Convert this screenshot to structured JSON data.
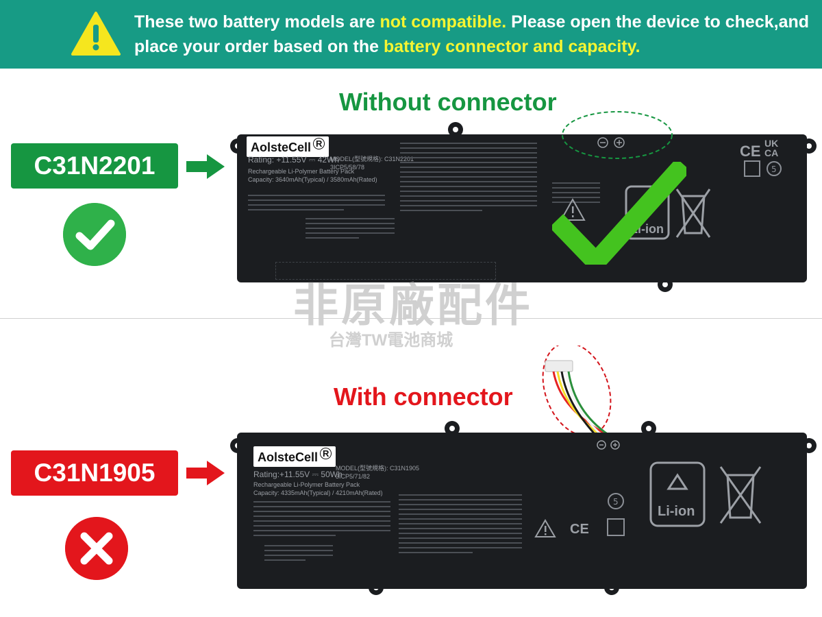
{
  "banner": {
    "part1": "These two battery models are ",
    "highlight1": "not compatible.",
    "part2": " Please open the device to check,and place your order based on the ",
    "highlight2": "battery connector and capacity."
  },
  "top_panel": {
    "heading": "Without connector",
    "model": "C31N2201",
    "verdict_icon": "checkmark-icon",
    "battery": {
      "brand": "AolsteCell",
      "brand_mark": "R",
      "rating": "Rating: +11.55V ⎓ 42Wh",
      "type": "Rechargeable Li-Polymer Battery Pack",
      "capacity": "Capacity: 3640mAh(Typical) / 3580mAh(Rated)",
      "model_line": "MODEL(型號規格): C31N2201",
      "cell_line": "3ICP5/58/78",
      "li_ion": "Li-ion",
      "marks": [
        "CE",
        "UK CA"
      ]
    }
  },
  "bottom_panel": {
    "heading": "With connector",
    "model": "C31N1905",
    "verdict_icon": "cross-icon",
    "battery": {
      "brand": "AolsteCell",
      "brand_mark": "R",
      "rating": "Rating:+11.55V ⎓ 50Wh",
      "type": "Rechargeable Li-Polymer Battery Pack",
      "capacity": "Capacity: 4335mAh(Typical) / 4210mAh(Rated)",
      "model_line": "MODEL(型號規格): C31N1905",
      "cell_line": "3ICP5/71/82",
      "li_ion": "Li-ion",
      "marks": [
        "CE"
      ]
    }
  },
  "watermark": {
    "line1": "非原廠配件",
    "line2": "台灣TW電池商城"
  },
  "colors": {
    "banner": "#179b85",
    "highlight": "#f5f532",
    "green": "#169641",
    "red": "#e3161c",
    "battery": "#1b1d20"
  }
}
